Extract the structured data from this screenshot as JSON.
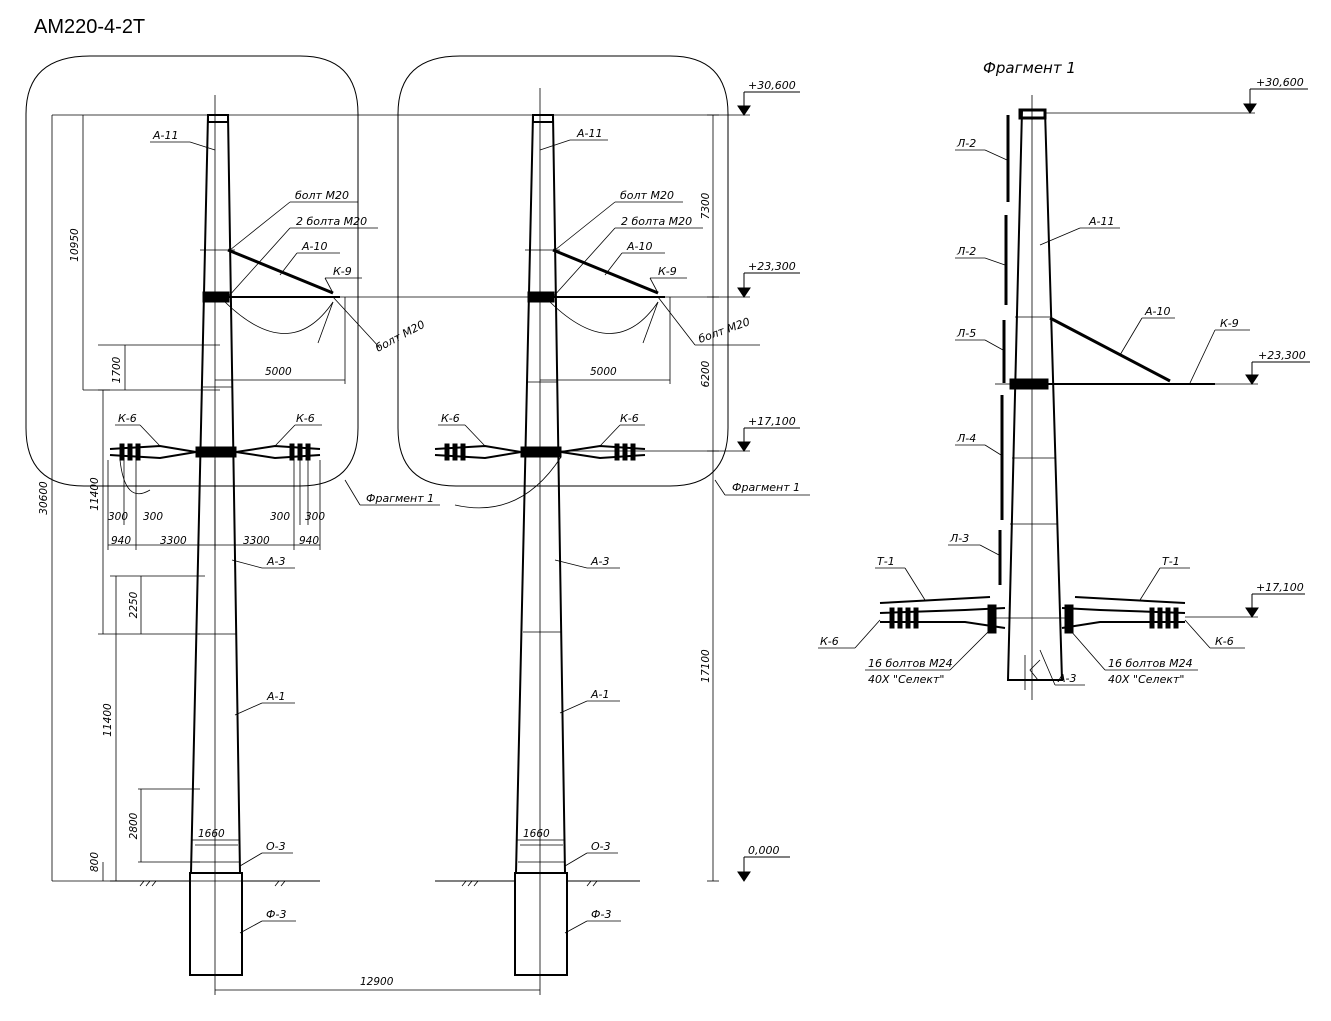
{
  "title": "АМ220-4-2Т",
  "fragment_label": "Фрагмент 1",
  "elevations": {
    "top": "+30,600",
    "upper_arm": "+23,300",
    "lower_arm": "+17,100",
    "ground": "0,000"
  },
  "dimensions": {
    "d10950": "10950",
    "d1700": "1700",
    "d5000": "5000",
    "d30600": "30600",
    "d11400": "11400",
    "d300": "300",
    "d940": "940",
    "d3300": "3300",
    "d2250": "2250",
    "d2800": "2800",
    "d800": "800",
    "d1660": "1660",
    "d12900": "12900",
    "d7300": "7300",
    "d6200": "6200",
    "d17100": "17100"
  },
  "parts": {
    "a11": "А-11",
    "a10": "А-10",
    "k9": "К-9",
    "k6": "К-6",
    "a3": "А-3",
    "a1": "А-1",
    "o3": "О-3",
    "f3": "Ф-3",
    "l2": "Л-2",
    "l5": "Л-5",
    "l4": "Л-4",
    "l3": "Л-3",
    "t1": "Т-1"
  },
  "notes": {
    "bolt": "болт М20",
    "two_bolts": "2 болта М20",
    "bolts16": "16 болтов М24",
    "steel": "40Х \"Селект\""
  }
}
